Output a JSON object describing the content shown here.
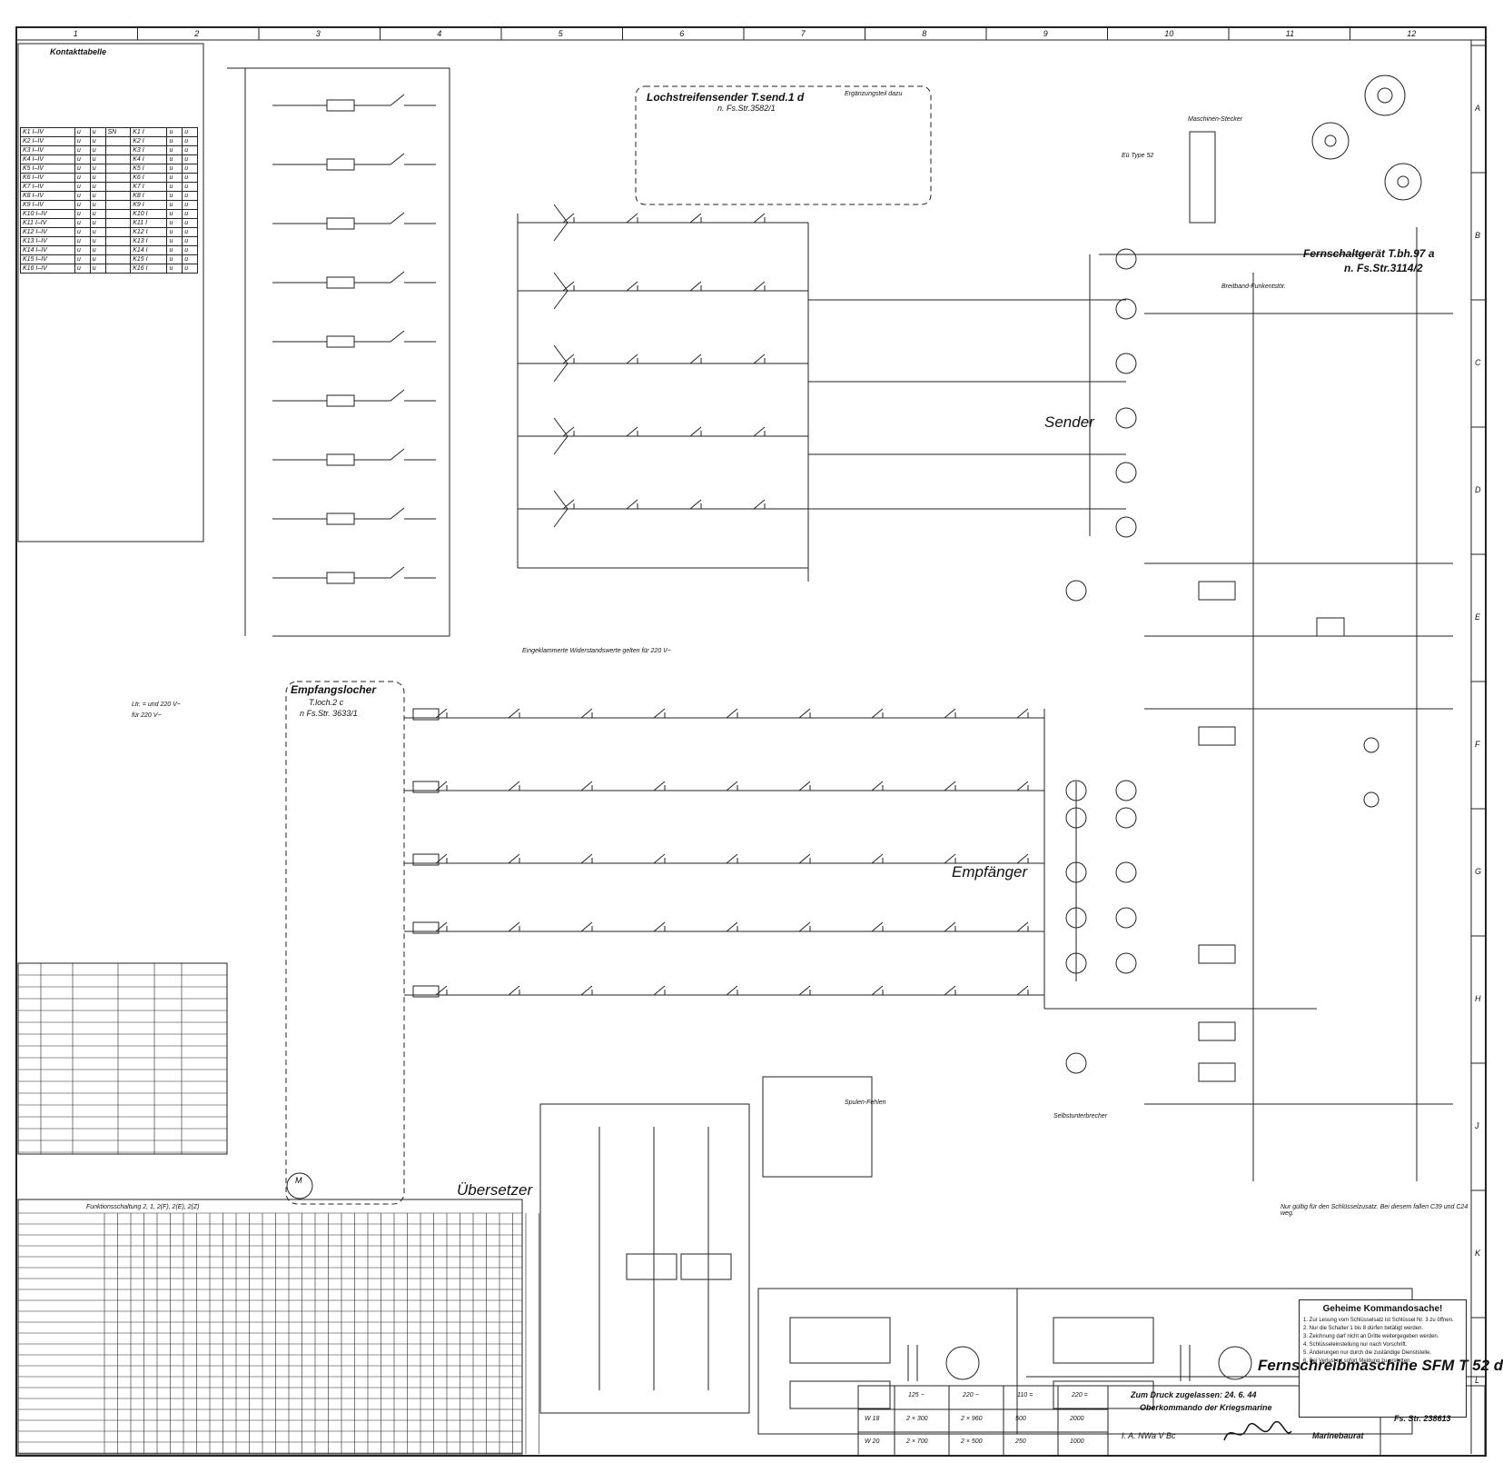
{
  "columns": [
    "1",
    "2",
    "3",
    "4",
    "5",
    "6",
    "7",
    "8",
    "9",
    "10",
    "11",
    "12"
  ],
  "rows": [
    "A",
    "B",
    "C",
    "D",
    "E",
    "F",
    "G",
    "H",
    "J",
    "K",
    "L"
  ],
  "sections": {
    "sender_label": "Sender",
    "receiver_label": "Empfänger",
    "translator_label": "Übersetzer",
    "tape_sender_title": "Lochstreifensender   T.send.1 d",
    "tape_sender_ref": "n.   Fs.Str.3582/1",
    "tape_sender_note": "Ergänzungsteil dazu",
    "punch_title": "Empfangslocher",
    "punch_type": "T.loch.2 c",
    "punch_ref": "n  Fs.Str. 3633/1",
    "remote_switch_title": "Fernschaltgerät  T.bh.97 a",
    "remote_switch_ref": "n.   Fs.Str.3114/2",
    "machine_plug": "Maschinen-Stecker",
    "lamp_note": "Eü Type 52",
    "resistor_note": "Eingeklammerte Widerstandswerte gelten für 220 V~",
    "legend_line1": "Ltr. = und 220 V~",
    "legend_line2": "für 220 V~",
    "breitband": "Breitband-Funkentstör.",
    "selbstunterbrecher": "Selbstunterbrecher",
    "spulen": "Spulen-Fehlen",
    "eh_note": "Nur gültig für den Schlüsselzusatz. Bei diesem fallen C39 und C24 weg.",
    "contact_table_title": "Kontakttabelle",
    "bottom_table_header": "Funktionsschaltung 2, 1, 2(F), 2(E), 2(Z)",
    "secret_title": "Geheime Kommandosache!",
    "secret_lines": [
      "1. Zur Lesung vom Schlüsselsatz ist Schlüssel Nr. 3 zu öffnen.",
      "2. Nur die Schalter 1 bis 8 dürfen betätigt werden.",
      "3. Zeichnung darf nicht an Dritte weitergegeben werden.",
      "4. Schlüsseleinstellung nur nach Vorschrift.",
      "5. Änderungen nur durch die zuständige Dienststelle.",
      "6. Bei Verlust ist sofort Meldung zu erstatten."
    ]
  },
  "title_block": {
    "machine_title": "Fernschreibmaschine SFM T 52 d",
    "approval": "Zum Druck zugelassen: 24. 6. 44",
    "authority": "Oberkommando der Kriegsmarine",
    "signed_by": "I. A. NWa V Bc",
    "rank": "Marinebaurat",
    "drawing_no": "Fs. Str. 238613",
    "voltage_headers": [
      "125 ~",
      "220 ~",
      "110 =",
      "220 ="
    ],
    "voltage_rows": [
      {
        "label": "W 18",
        "values": [
          "2 × 300",
          "2 × 960",
          "500",
          "2000"
        ]
      },
      {
        "label": "W 20",
        "values": [
          "2 × 700",
          "2 × 500",
          "250",
          "1000"
        ]
      }
    ]
  },
  "contact_table_rows": [
    [
      "K1 I–IV",
      "u",
      "u",
      "SN",
      "K1 I",
      "u",
      "u"
    ],
    [
      "K2 I–IV",
      "u",
      "u",
      "",
      "K2 I",
      "u",
      "u"
    ],
    [
      "K3 I–IV",
      "u",
      "u",
      "",
      "K3 I",
      "u",
      "u"
    ],
    [
      "K4 I–IV",
      "u",
      "u",
      "",
      "K4 I",
      "u",
      "u"
    ],
    [
      "K5 I–IV",
      "u",
      "u",
      "",
      "K5 I",
      "u",
      "u"
    ],
    [
      "K6 I–IV",
      "u",
      "u",
      "",
      "K6 I",
      "u",
      "u"
    ],
    [
      "K7 I–IV",
      "u",
      "u",
      "",
      "K7 I",
      "u",
      "u"
    ],
    [
      "K8 I–IV",
      "u",
      "u",
      "",
      "K8 I",
      "u",
      "u"
    ],
    [
      "K9 I–IV",
      "u",
      "u",
      "",
      "K9 I",
      "u",
      "u"
    ],
    [
      "K10 I–IV",
      "u",
      "u",
      "",
      "K10 I",
      "u",
      "u"
    ],
    [
      "K11 I–IV",
      "u",
      "u",
      "",
      "K11 I",
      "u",
      "u"
    ],
    [
      "K12 I–IV",
      "u",
      "u",
      "",
      "K12 I",
      "u",
      "u"
    ],
    [
      "K13 I–IV",
      "u",
      "u",
      "",
      "K13 I",
      "u",
      "u"
    ],
    [
      "K14 I–IV",
      "u",
      "u",
      "",
      "K14 I",
      "u",
      "u"
    ],
    [
      "K15 I–IV",
      "u",
      "u",
      "",
      "K15 I",
      "u",
      "u"
    ],
    [
      "K16 I–IV",
      "u",
      "u",
      "",
      "K16 I",
      "u",
      "u"
    ]
  ],
  "icons": {
    "lamp": "lamp-icon",
    "motor": "motor-icon",
    "relay": "relay-icon",
    "capacitor": "capacitor-icon",
    "plug": "plug-icon",
    "ground": "ground-icon"
  }
}
